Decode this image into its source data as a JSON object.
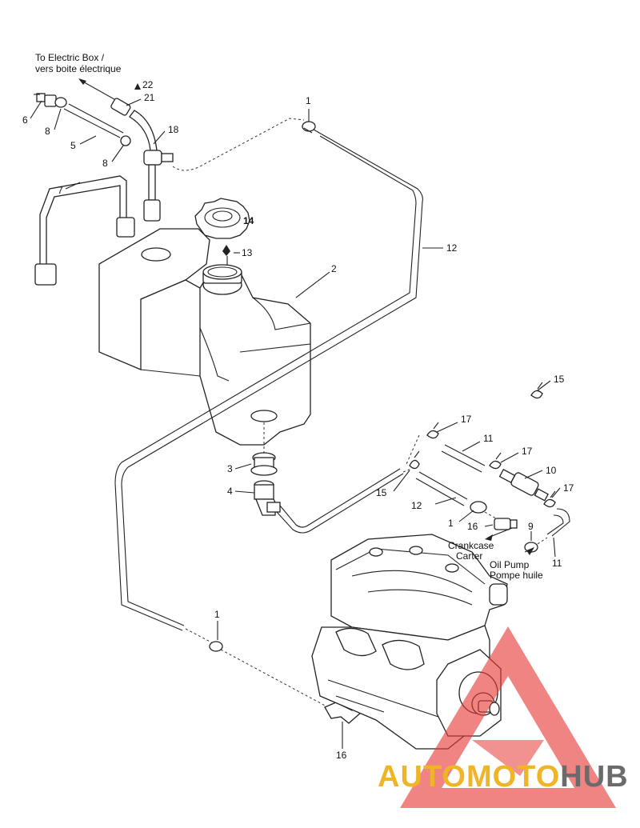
{
  "annotations": {
    "to_electric_box": "To Electric Box /",
    "vers_boite": "vers boite électrique",
    "crankcase": "Crankcase",
    "carter": "Carter",
    "oil_pump": "Oil Pump",
    "pompe_huile": "Pompe huile"
  },
  "callouts": {
    "c1a": "1",
    "c1b": "1",
    "c1c": "1",
    "c2": "2",
    "c3": "3",
    "c4": "4",
    "c5": "5",
    "c6": "6",
    "c7": "7",
    "c8a": "8",
    "c8b": "8",
    "c9": "9",
    "c10": "10",
    "c11a": "11",
    "c11b": "11",
    "c12a": "12",
    "c12b": "12",
    "c13": "13",
    "c14": "14",
    "c15a": "15",
    "c15b": "15",
    "c16a": "16",
    "c16b": "16",
    "c17a": "17",
    "c17b": "17",
    "c17c": "17",
    "c18": "18",
    "c21": "21",
    "c22": "22"
  },
  "watermark": {
    "part1": "AUTOMOTO",
    "part2": "HUB",
    "colors": {
      "triangle": "#e53935",
      "text_primary": "#f0b429",
      "text_secondary": "#6b6b6b"
    }
  }
}
